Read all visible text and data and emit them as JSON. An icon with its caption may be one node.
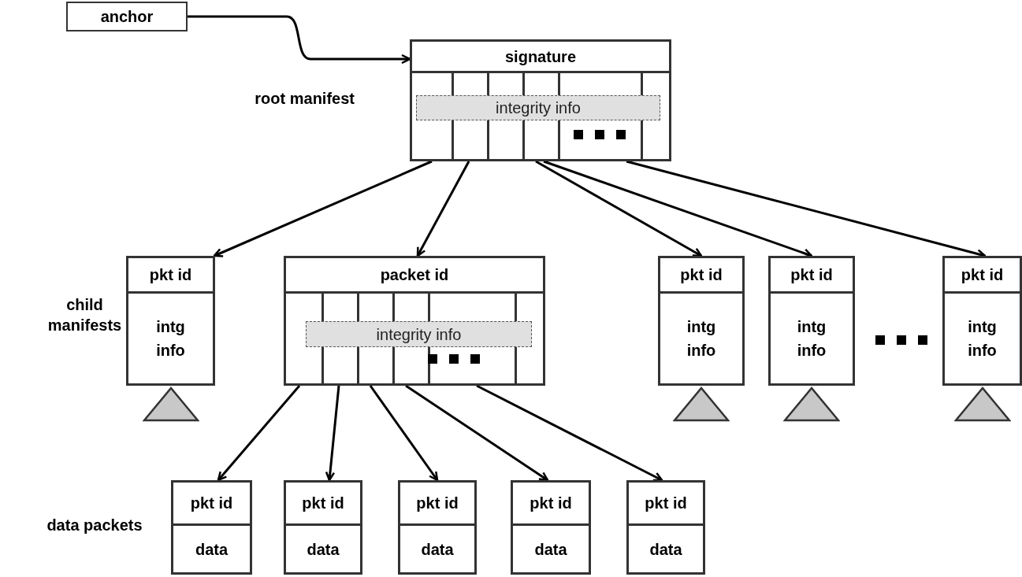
{
  "diagram": {
    "nodes": [
      {
        "text": [
          "anchor"
        ]
      },
      {
        "text": [
          "signature"
        ]
      },
      {
        "text": [
          "integrity info"
        ],
        "in": 1
      },
      {
        "text": [
          "pkt id",
          "intg info"
        ]
      },
      {
        "text": [
          "packet id"
        ]
      },
      {
        "text": [
          "integrity info"
        ],
        "in": 4
      },
      {
        "text": [
          "pkt id",
          "intg info"
        ]
      },
      {
        "text": [
          "pkt id",
          "intg info"
        ]
      },
      {
        "text": [
          "pkt id",
          "intg info"
        ]
      },
      {
        "text": [
          "pkt id",
          "data"
        ]
      },
      {
        "text": [
          "pkt id",
          "data"
        ]
      },
      {
        "text": [
          "pkt id",
          "data"
        ]
      },
      {
        "text": [
          "pkt id",
          "data"
        ]
      },
      {
        "text": [
          "pkt id",
          "data"
        ]
      },
      {
        "text": [],
        "shape": "triangle"
      },
      {
        "text": [],
        "shape": "triangle"
      },
      {
        "text": [],
        "shape": "triangle"
      },
      {
        "text": [],
        "shape": "triangle"
      }
    ],
    "edges": [
      {
        "from": 0,
        "to": 1,
        "arrow": "to"
      },
      {
        "from": 1,
        "to": 3,
        "arrow": "to"
      },
      {
        "from": 1,
        "to": 4,
        "arrow": "to"
      },
      {
        "from": 1,
        "to": 6,
        "arrow": "to"
      },
      {
        "from": 1,
        "to": 7,
        "arrow": "to"
      },
      {
        "from": 1,
        "to": 8,
        "arrow": "to"
      },
      {
        "from": 4,
        "to": 9,
        "arrow": "to"
      },
      {
        "from": 4,
        "to": 10,
        "arrow": "to"
      },
      {
        "from": 4,
        "to": 11,
        "arrow": "to"
      },
      {
        "from": 4,
        "to": 12,
        "arrow": "to"
      },
      {
        "from": 4,
        "to": 13,
        "arrow": "to"
      }
    ],
    "labels": [
      "root manifest",
      "child manifests",
      "data packets"
    ]
  }
}
